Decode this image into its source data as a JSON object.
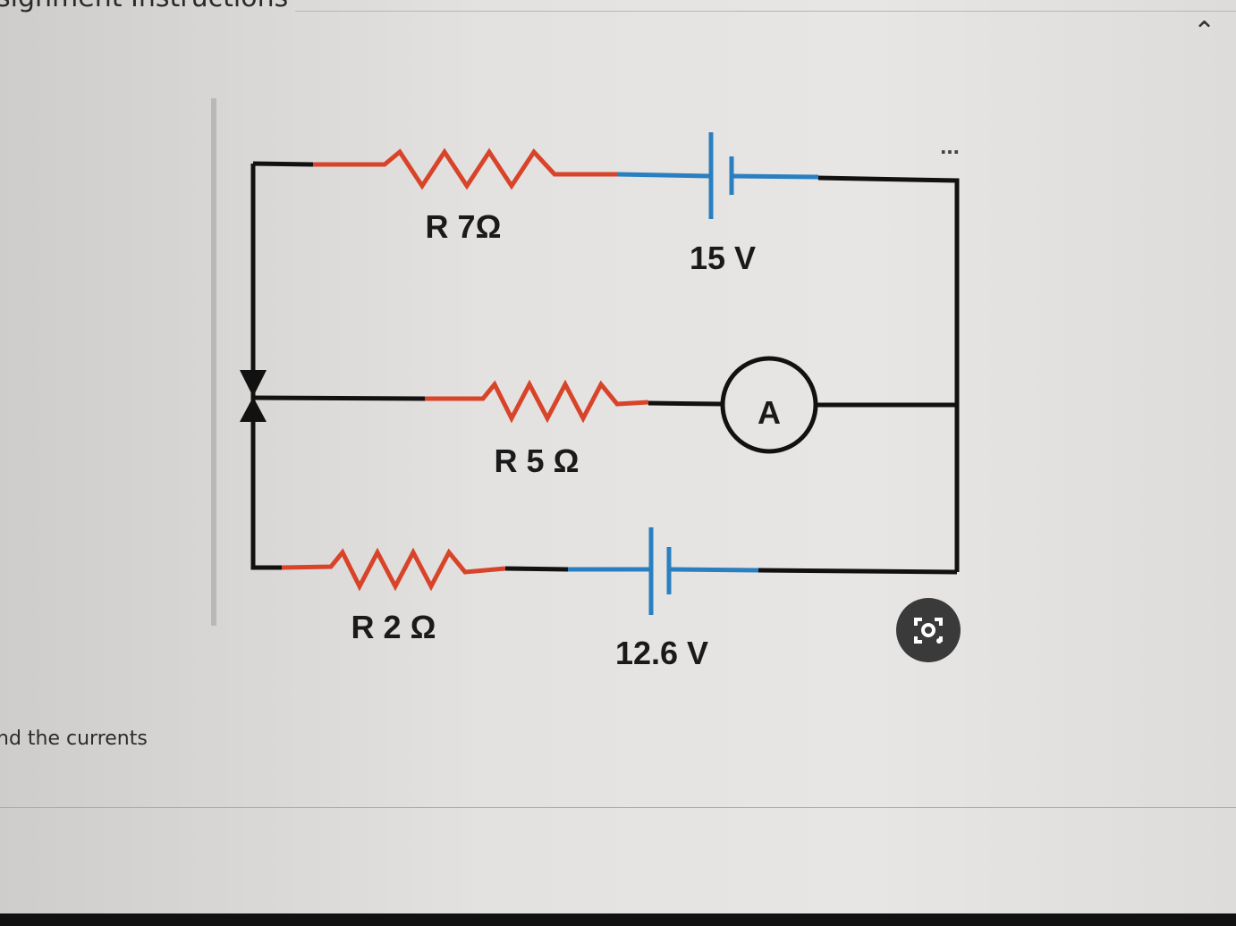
{
  "header": {
    "title": "signment Instructions"
  },
  "body": {
    "text": "nd the currents"
  },
  "circuit": {
    "resistors": [
      {
        "label": "R 7Ω"
      },
      {
        "label": "R 5 Ω"
      },
      {
        "label": "R 2 Ω"
      }
    ],
    "batteries": [
      {
        "label": "15 V"
      },
      {
        "label": "12.6 V"
      }
    ],
    "ammeter": {
      "label": "A"
    }
  },
  "image_menu": {
    "label": "..."
  },
  "icons": [
    "chevron-up-icon",
    "more-options-icon",
    "lens-search-icon"
  ],
  "colors": {
    "resistor": "#d8442a",
    "battery": "#2a7fc0",
    "wire": "#111111"
  }
}
